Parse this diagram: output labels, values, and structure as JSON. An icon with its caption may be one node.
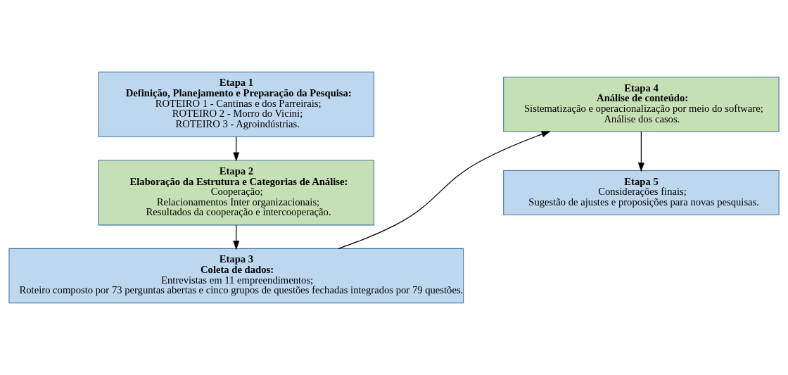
{
  "diagram": {
    "nodes": [
      {
        "text": [
          "Etapa 1",
          "Definição, Planejamento e Preparação da Pesquisa:",
          "ROTEIRO 1 - Cantinas e dos Parreirais;",
          "ROTEIRO 2 - Morro do Vicini;",
          "ROTEIRO 3 - Agroindústrias."
        ]
      },
      {
        "text": [
          "Etapa 2",
          "Elaboração da Estrutura e Categorias de Análise:",
          "Cooperação;",
          "Relacionamentos Inter organizacionais;",
          "Resultados da cooperação e intercooperação."
        ]
      },
      {
        "text": [
          "Etapa 3",
          "Coleta de dados:",
          "Entrevistas em 11 empreendimentos;",
          "Roteiro composto por 73 perguntas abertas e cinco grupos de questões fechadas integrados por 79 questões."
        ]
      },
      {
        "text": [
          "Etapa 4",
          "Análise de conteúdo:",
          "Sistematização e operacionalização por meio do software;",
          "Análise dos casos."
        ]
      },
      {
        "text": [
          "Etapa 5",
          "Considerações finais;",
          "Sugestão de ajustes e proposições para novas pesquisas."
        ]
      }
    ],
    "edges": [
      {
        "from": 0,
        "to": 1,
        "arrow": "to"
      },
      {
        "from": 1,
        "to": 2,
        "arrow": "to"
      },
      {
        "from": 2,
        "to": 3,
        "arrow": "to"
      },
      {
        "from": 3,
        "to": 4,
        "arrow": "to"
      }
    ]
  }
}
